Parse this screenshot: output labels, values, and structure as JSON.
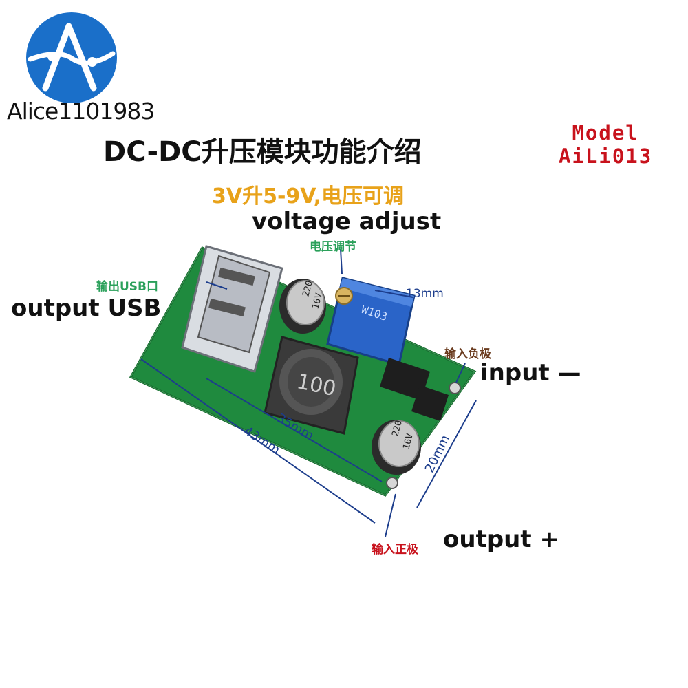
{
  "logo": {
    "text": "Alice1101983",
    "circle_color": "#1a6fc9"
  },
  "title": "DC-DC升压模块功能介绍",
  "model": {
    "line1": "Model",
    "line2": "AiLi013"
  },
  "subtitle": "3V升5-9V,电压可调",
  "labels": {
    "voltage_adjust_en": "voltage adjust",
    "voltage_adjust_cn": "电压调节",
    "output_usb_cn": "输出USB口",
    "output_usb_en": "output USB",
    "input_neg_cn": "输入负极",
    "input_neg_en": "input —",
    "input_pos_cn": "输入正极",
    "output_pos_en": "output +"
  },
  "dimensions": {
    "d13": "13mm",
    "d35": "35mm",
    "d43": "43mm",
    "d20": "20mm"
  },
  "components": {
    "inductor": "100",
    "cap1_line1": "220",
    "cap1_line2": "16V",
    "cap2_line1": "220",
    "cap2_line2": "16V",
    "pot": "W103"
  },
  "colors": {
    "pcb": "#1f8a3e",
    "pot": "#2a64c8",
    "annotation": "#1c3d8c",
    "red": "#c8121c"
  }
}
